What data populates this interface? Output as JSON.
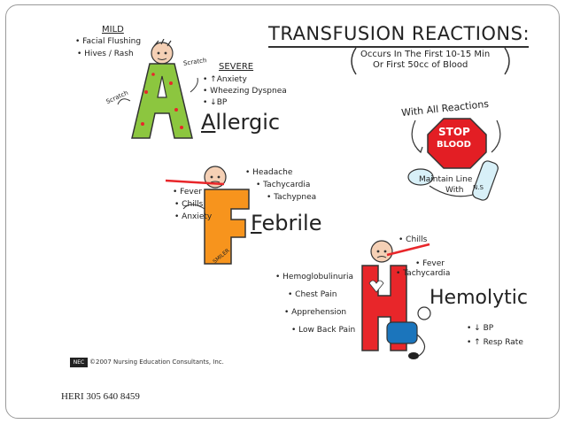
{
  "title": "TRANSFUSION REACTIONS:",
  "subtitle_line1": "Occurs In The First 10-15 Min",
  "subtitle_line2": "Or First 50cc of Blood",
  "allergic": {
    "mild_label": "MILD",
    "mild_items": [
      "• Facial Flushing",
      "• Hives / Rash"
    ],
    "scratch_top": "Scratch",
    "scratch_left": "Scratch",
    "severe_label": "SEVERE",
    "severe_items": [
      "• ↑Anxiety",
      "• Wheezing Dyspnea",
      "• ↓BP"
    ],
    "letter": "A",
    "name_first": "A",
    "name_rest": "llergic"
  },
  "stop": {
    "heading": "With All Reactions",
    "sign_line1": "STOP",
    "sign_line2": "BLOOD",
    "maintain_line1": "Maintain Line",
    "maintain_line2": "With",
    "bag_label": "N.S"
  },
  "febrile": {
    "right_items": [
      "• Headache",
      "• Tachycardia",
      "• Tachypnea"
    ],
    "left_items": [
      "• Fever",
      "• Chills",
      "• Anxiety"
    ],
    "letter": "F",
    "name_first": "F",
    "name_rest": "ebrile",
    "signature": "SMILER"
  },
  "hemolytic": {
    "top_items": [
      "• Chills",
      "• Fever",
      "• Tachycardia"
    ],
    "left_items": [
      "• Hemoglobulinuria",
      "• Chest Pain",
      "• Apprehension",
      "• Low Back Pain"
    ],
    "right_items": [
      "• ↓ BP",
      "• ↑ Resp Rate"
    ],
    "letter": "H",
    "name": "Hemolytic"
  },
  "copyright": "©2007 Nursing Education Consultants, Inc.",
  "logo_text": "NEC",
  "footer": "HERI 305 640 8459",
  "colors": {
    "allergic_green": "#8cc63f",
    "febrile_orange": "#f7941d",
    "hemolytic_red": "#e8262a",
    "stop_red": "#e31e24",
    "bp_blue": "#1b75bc"
  }
}
